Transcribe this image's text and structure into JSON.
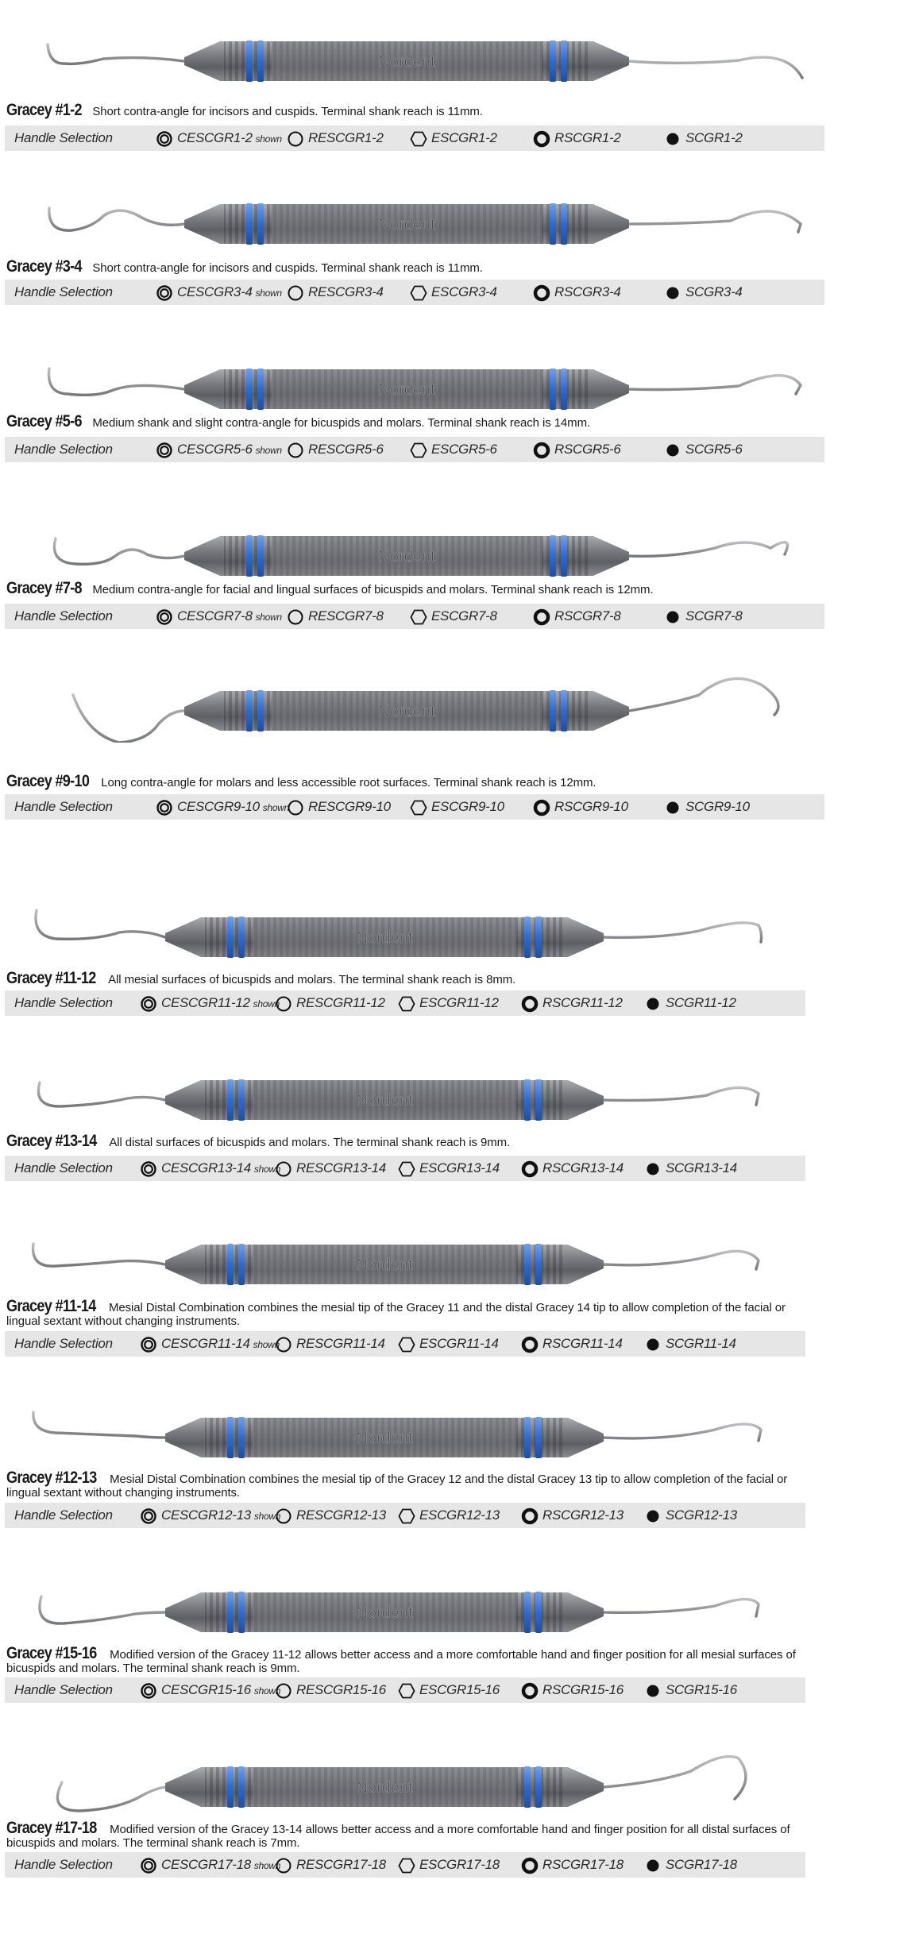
{
  "brand": "Nordent",
  "handle_selection_label": "Handle Selection",
  "shown_label": "shown",
  "colors": {
    "handle_band": "#2d6bd2",
    "handle_metal": "#6f7075",
    "bar_background": "#e6e6e6"
  },
  "icons": [
    "double-ring-icon",
    "ring-icon",
    "hexagon-icon",
    "bold-ring-icon",
    "filled-dot-icon"
  ],
  "entries": [
    {
      "name": "Gracey #1-2",
      "description": "Short contra-angle for incisors and cuspids.  Terminal shank reach is 11mm.",
      "options": [
        "CESCGR1-2",
        "RESCGR1-2",
        "ESCGR1-2",
        "RSCGR1-2",
        "SCGR1-2"
      ]
    },
    {
      "name": "Gracey #3-4",
      "description": "Short contra-angle for incisors and cuspids.  Terminal shank reach is 11mm.",
      "options": [
        "CESCGR3-4",
        "RESCGR3-4",
        "ESCGR3-4",
        "RSCGR3-4",
        "SCGR3-4"
      ]
    },
    {
      "name": "Gracey #5-6",
      "description": "Medium shank and slight contra-angle for bicuspids and molars.  Terminal shank reach is 14mm.",
      "options": [
        "CESCGR5-6",
        "RESCGR5-6",
        "ESCGR5-6",
        "RSCGR5-6",
        "SCGR5-6"
      ]
    },
    {
      "name": "Gracey #7-8",
      "description": "Medium contra-angle for facial and lingual surfaces of bicuspids and molars.  Terminal shank reach is 12mm.",
      "options": [
        "CESCGR7-8",
        "RESCGR7-8",
        "ESCGR7-8",
        "RSCGR7-8",
        "SCGR7-8"
      ]
    },
    {
      "name": "Gracey #9-10",
      "description": "Long contra-angle for molars and less accessible root surfaces.  Terminal shank reach is 12mm.",
      "options": [
        "CESCGR9-10",
        "RESCGR9-10",
        "ESCGR9-10",
        "RSCGR9-10",
        "SCGR9-10"
      ]
    },
    {
      "name": "Gracey #11-12",
      "description": "All mesial surfaces of bicuspids and molars.  The terminal shank reach is 8mm.",
      "options": [
        "CESCGR11-12",
        "RESCGR11-12",
        "ESCGR11-12",
        "RSCGR11-12",
        "SCGR11-12"
      ]
    },
    {
      "name": "Gracey #13-14",
      "description": "All distal surfaces of bicuspids and molars.  The terminal shank reach is 9mm.",
      "options": [
        "CESCGR13-14",
        "RESCGR13-14",
        "ESCGR13-14",
        "RSCGR13-14",
        "SCGR13-14"
      ]
    },
    {
      "name": "Gracey #11-14",
      "description": "Mesial Distal Combination combines the mesial tip of the Gracey 11 and the distal Gracey 14 tip to allow completion of the facial or lingual sextant without changing instruments.",
      "options": [
        "CESCGR11-14",
        "RESCGR11-14",
        "ESCGR11-14",
        "RSCGR11-14",
        "SCGR11-14"
      ]
    },
    {
      "name": "Gracey #12-13",
      "description": "Mesial Distal Combination combines the mesial tip of the Gracey 12 and the distal Gracey 13 tip to allow completion of the facial or lingual sextant without changing instruments.",
      "options": [
        "CESCGR12-13",
        "RESCGR12-13",
        "ESCGR12-13",
        "RSCGR12-13",
        "SCGR12-13"
      ]
    },
    {
      "name": "Gracey #15-16",
      "description": "Modified version of the Gracey 11-12 allows better access and a more comfortable hand and finger position for all mesial surfaces of bicuspids and molars.  The terminal shank reach is 9mm.",
      "options": [
        "CESCGR15-16",
        "RESCGR15-16",
        "ESCGR15-16",
        "RSCGR15-16",
        "SCGR15-16"
      ]
    },
    {
      "name": "Gracey #17-18",
      "description": "Modified version of the Gracey 13-14 allows better access and a more comfortable hand and finger position for all distal surfaces of bicuspids and molars.  The terminal shank reach is 7mm.",
      "options": [
        "CESCGR17-18",
        "RESCGR17-18",
        "ESCGR17-18",
        "RSCGR17-18",
        "SCGR17-18"
      ]
    }
  ]
}
